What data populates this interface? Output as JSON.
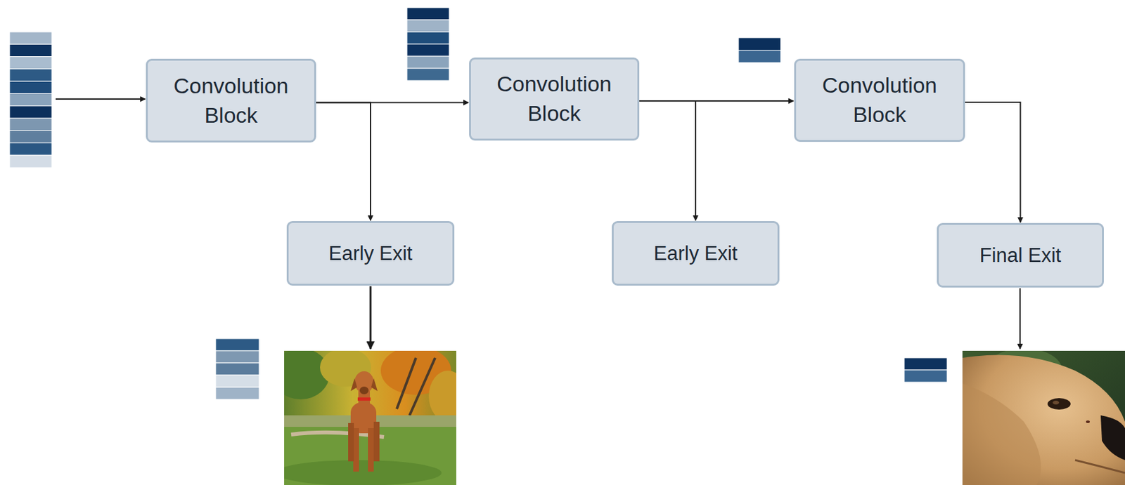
{
  "diagram": {
    "nodes": [
      {
        "text": [
          "Convolution Block"
        ]
      },
      {
        "text": [
          "Convolution Block"
        ]
      },
      {
        "text": [
          "Convolution Block"
        ]
      },
      {
        "text": [
          "Early Exit"
        ]
      },
      {
        "text": [
          "Early Exit"
        ]
      },
      {
        "text": [
          "Final Exit"
        ]
      }
    ],
    "edges": [
      {
        "from": 0,
        "to": 1,
        "arrow": "to"
      },
      {
        "from": 1,
        "to": 2,
        "arrow": "to"
      },
      {
        "from": 0,
        "to": 3,
        "arrow": "to"
      },
      {
        "from": 1,
        "to": 4,
        "arrow": "to"
      },
      {
        "from": 2,
        "to": 5,
        "arrow": "to"
      }
    ]
  }
}
